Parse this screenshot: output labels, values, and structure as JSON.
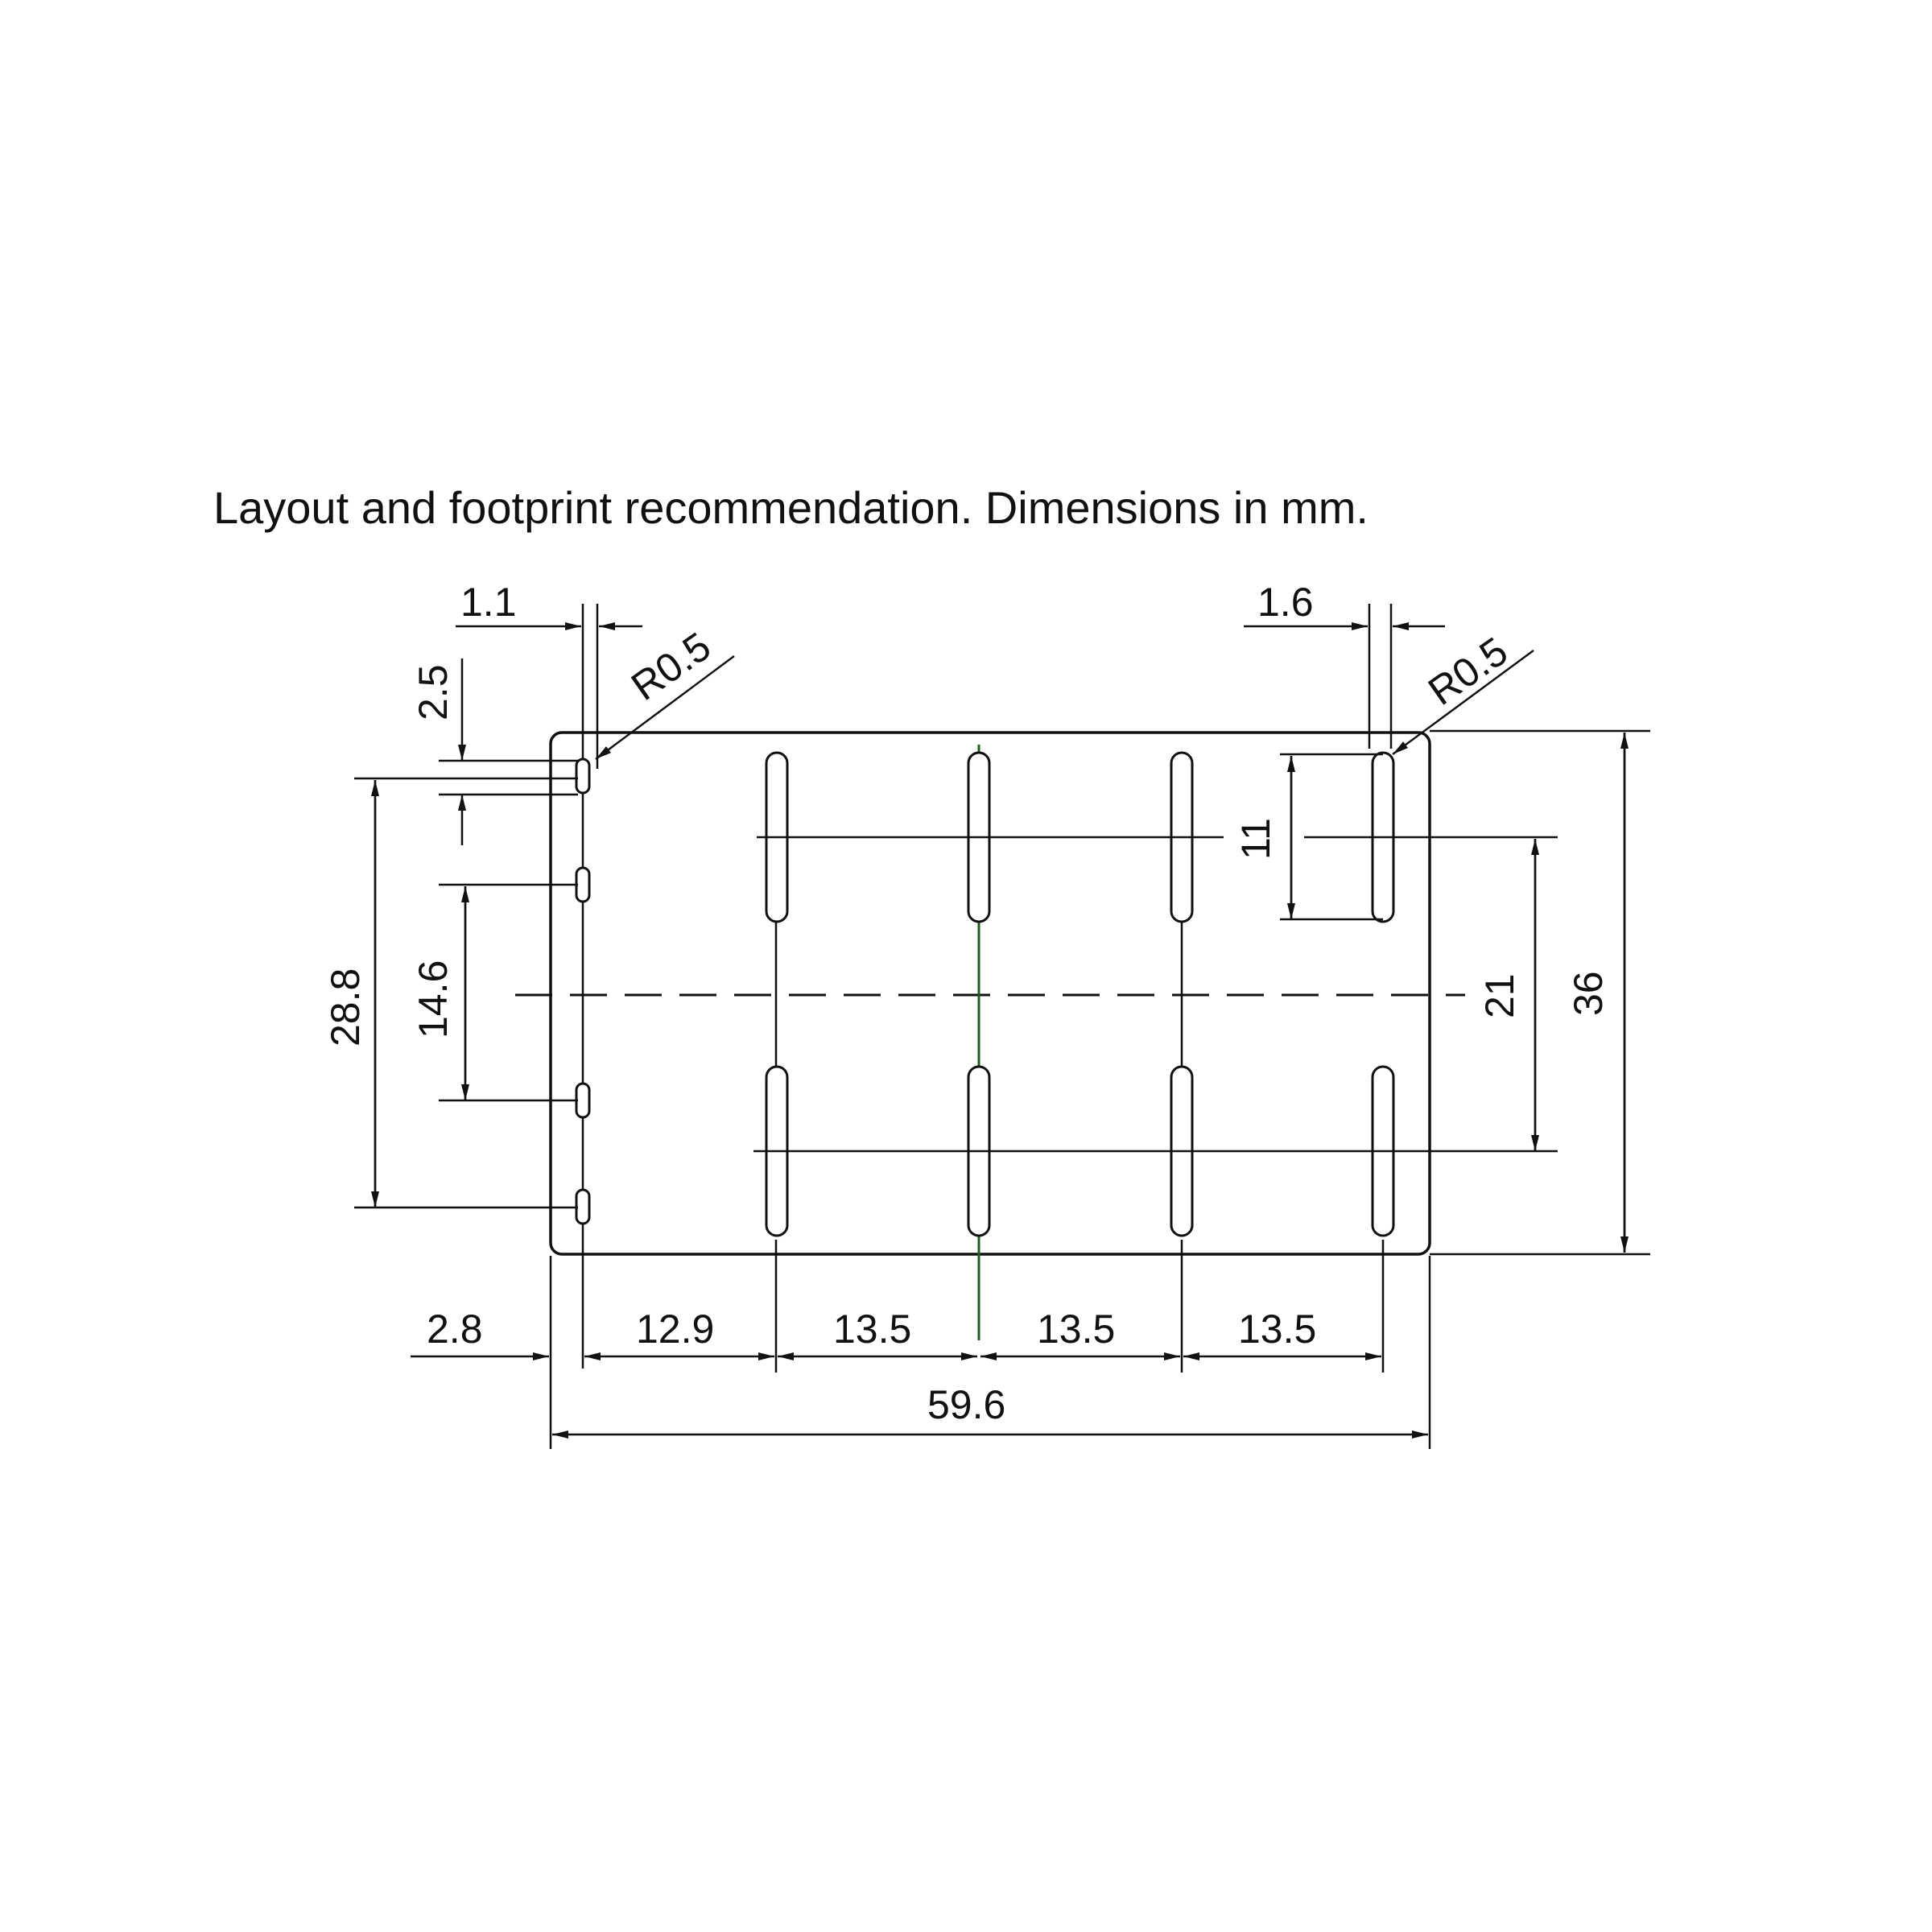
{
  "title": "Layout and footprint recommendation. Dimensions in mm.",
  "dimensions": {
    "slot_width_left": "1.1",
    "slot_width_right": "1.6",
    "radius_left": "R0.5",
    "radius_right": "R0.5",
    "small_slot_length": "2.5",
    "small_pitch_span": "14.6",
    "outer_small_span": "28.8",
    "long_slot_length": "11",
    "long_row_span": "21",
    "body_height": "36",
    "left_offset": "2.8",
    "pitch_1": "12.9",
    "pitch_2": "13.5",
    "pitch_3": "13.5",
    "pitch_4": "13.5",
    "body_width": "59.6"
  },
  "colors": {
    "line": "#111111",
    "highlight_centerline": "#1f5c1f"
  }
}
